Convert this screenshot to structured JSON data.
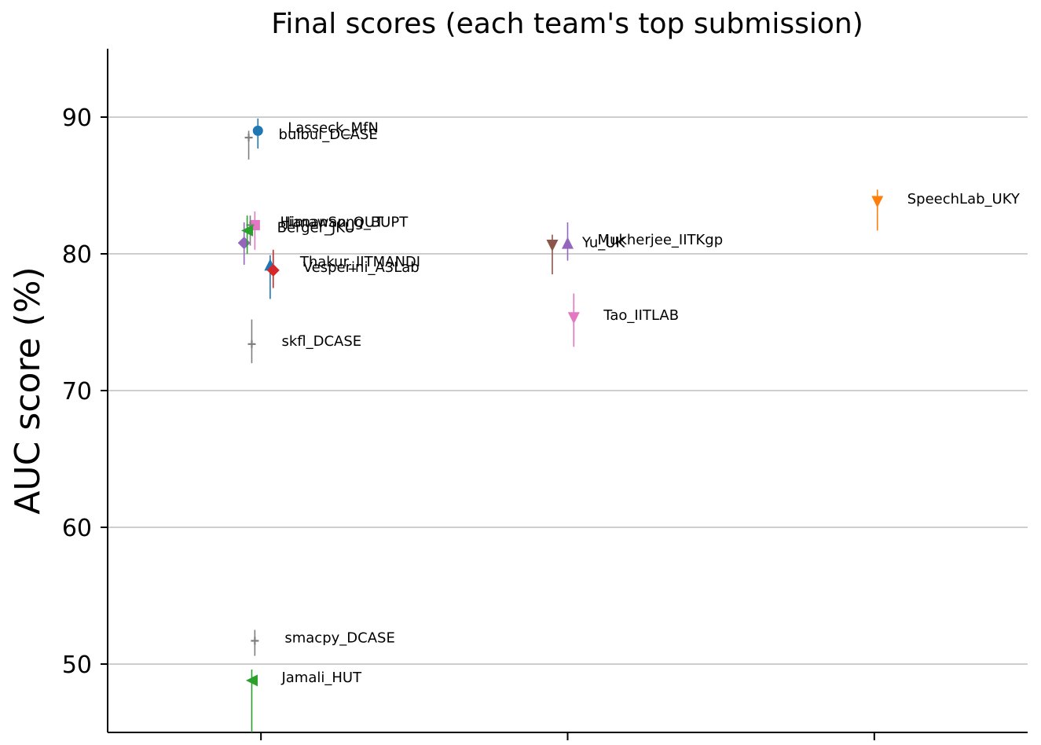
{
  "chart_data": {
    "type": "scatter",
    "title": "Final scores (each team's top submission)",
    "ylabel": "AUC score (%)",
    "xlabel": "",
    "ylim": [
      45,
      95
    ],
    "xlim": [
      0.5,
      3.5
    ],
    "yticks": [
      50,
      60,
      70,
      80,
      90
    ],
    "xticks": [
      1,
      2,
      3
    ],
    "xtick_labels": [
      "",
      "",
      ""
    ],
    "grid": "horizontal",
    "points": [
      {
        "label": "Lasseck_MfN",
        "x": 0.99,
        "y": 89.0,
        "err_low": 87.7,
        "err_high": 89.9,
        "marker": "circle",
        "color": "#1f77b4"
      },
      {
        "label": "bulbul_DCASE",
        "x": 0.96,
        "y": 88.5,
        "err_low": 86.9,
        "err_high": 89.0,
        "marker": "plus",
        "color": "#7f7f7f"
      },
      {
        "label": "JiananSong_BUPT",
        "x": 0.98,
        "y": 82.1,
        "err_low": 80.3,
        "err_high": 83.1,
        "marker": "square",
        "color": "#e377c2"
      },
      {
        "label": "Himawan_QUT",
        "x": 0.965,
        "y": 82.1,
        "err_low": 80.6,
        "err_high": 82.8,
        "marker": "plus",
        "color": "#7f7f7f"
      },
      {
        "label": "Berger_JKU",
        "x": 0.955,
        "y": 81.7,
        "err_low": 80.0,
        "err_high": 82.8,
        "marker": "triangle-left",
        "color": "#2ca02c"
      },
      {
        "label": "Thakur_IITMANDI",
        "x": 1.03,
        "y": 79.2,
        "err_low": 76.7,
        "err_high": 79.9,
        "marker": "triangle-up",
        "color": "#1f77b4"
      },
      {
        "label": "Vesperini_A3Lab",
        "x": 1.04,
        "y": 78.8,
        "err_low": 77.5,
        "err_high": 80.3,
        "marker": "diamond",
        "color": "#d62728"
      },
      {
        "label": "skfl_DCASE",
        "x": 0.97,
        "y": 73.4,
        "err_low": 72.0,
        "err_high": 75.2,
        "marker": "plus",
        "color": "#7f7f7f"
      },
      {
        "label": "smacpy_DCASE",
        "x": 0.98,
        "y": 51.7,
        "err_low": 50.6,
        "err_high": 52.5,
        "marker": "plus",
        "color": "#7f7f7f"
      },
      {
        "label": "Jamali_HUT",
        "x": 0.97,
        "y": 48.8,
        "err_low": 45.0,
        "err_high": 49.6,
        "marker": "triangle-left",
        "color": "#2ca02c"
      },
      {
        "label": "Yu_UK",
        "x": 1.95,
        "y": 80.6,
        "err_low": 78.5,
        "err_high": 81.4,
        "marker": "triangle-down",
        "color": "#8c564b"
      },
      {
        "label": "Mukherjee_IITKgp",
        "x": 2.0,
        "y": 80.8,
        "err_low": 79.5,
        "err_high": 82.3,
        "marker": "triangle-up",
        "color": "#9467bd"
      },
      {
        "label": "Tao_IITLAB",
        "x": 2.02,
        "y": 75.3,
        "err_low": 73.2,
        "err_high": 77.1,
        "marker": "triangle-down",
        "color": "#e377c2"
      },
      {
        "label": "SpeechLab_UKY",
        "x": 3.01,
        "y": 83.8,
        "err_low": 81.7,
        "err_high": 84.7,
        "marker": "triangle-down",
        "color": "#ff7f0e"
      }
    ],
    "extra_markers": [
      {
        "x": 0.945,
        "y": 80.8,
        "err_low": 79.2,
        "err_high": 82.3,
        "marker": "diamond",
        "color": "#9467bd"
      }
    ],
    "colors": {
      "axis": "#000000",
      "grid": "#b0b0b0"
    }
  }
}
